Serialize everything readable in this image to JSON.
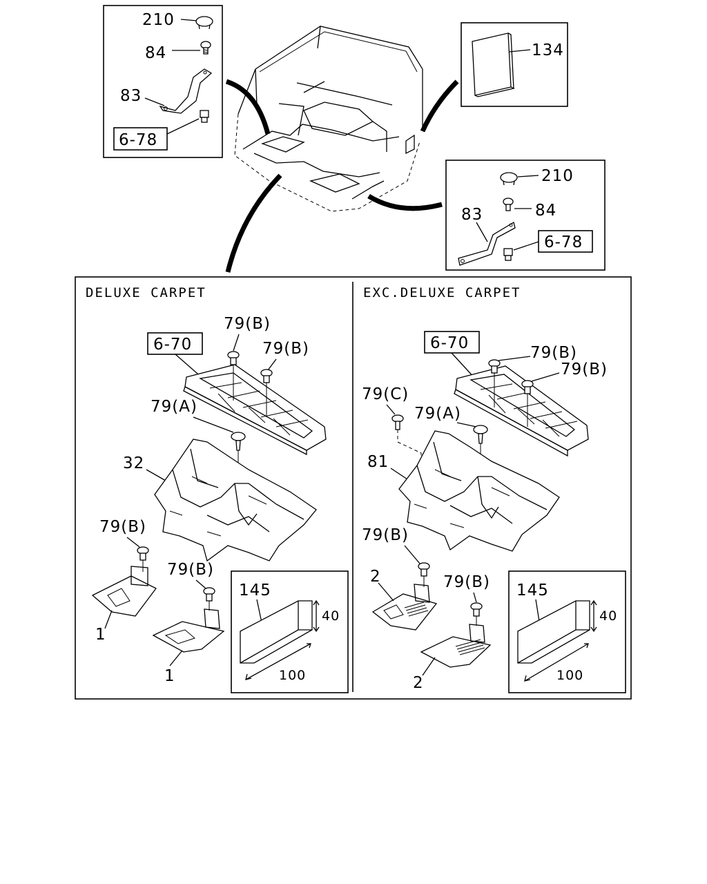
{
  "sections": {
    "deluxe": "DELUXE CARPET",
    "exc_deluxe": "EXC.DELUXE CARPET"
  },
  "callouts": {
    "tl_210": "210",
    "tl_84": "84",
    "tl_83": "83",
    "tl_ref": "6-78",
    "tr_134": "134",
    "mr_210": "210",
    "mr_84": "84",
    "mr_83": "83",
    "mr_ref": "6-78",
    "d_ref": "6-70",
    "d_79b_1": "79(B)",
    "d_79b_2": "79(B)",
    "d_79a": "79(A)",
    "d_32": "32",
    "d_79b_3": "79(B)",
    "d_79b_4": "79(B)",
    "d_1a": "1",
    "d_1b": "1",
    "d_145": "145",
    "d_40": "40",
    "d_100": "100",
    "e_ref": "6-70",
    "e_79b_1": "79(B)",
    "e_79b_2": "79(B)",
    "e_79c": "79(C)",
    "e_79a": "79(A)",
    "e_81": "81",
    "e_79b_3": "79(B)",
    "e_79b_4": "79(B)",
    "e_2a": "2",
    "e_2b": "2",
    "e_145": "145",
    "e_40": "40",
    "e_100": "100"
  }
}
